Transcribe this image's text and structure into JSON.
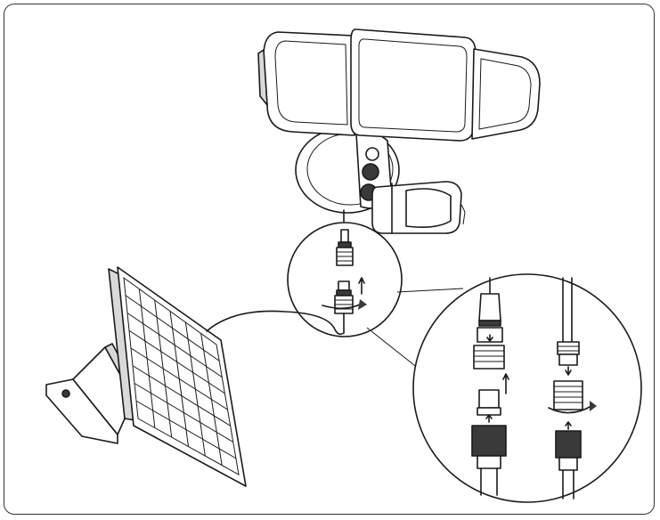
{
  "figure": {
    "items": [
      "floodlight",
      "motion-sensor",
      "solar-panel",
      "connector-zoom"
    ],
    "colors": {
      "line": "#1a1a1a",
      "fill": "#ffffff",
      "shade": "#d9d9d9",
      "frame": "#333333"
    }
  }
}
